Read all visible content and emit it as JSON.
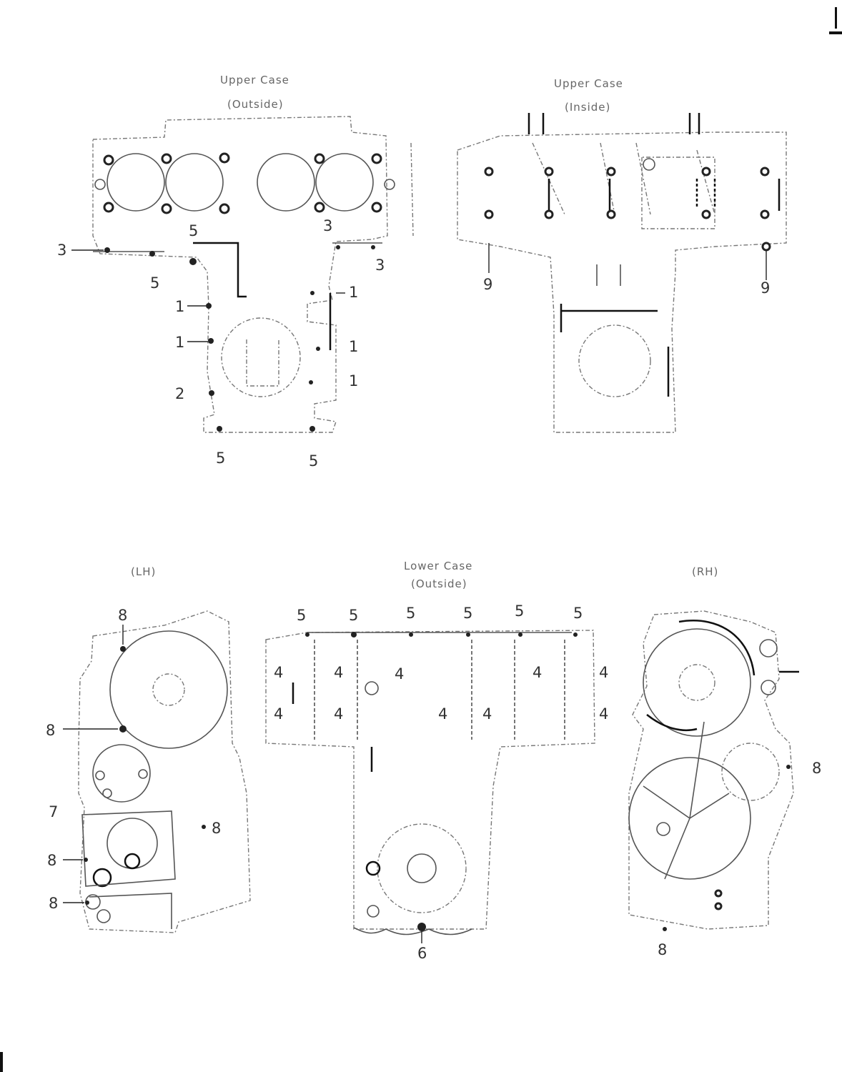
{
  "titles": {
    "upper_outside_1": "Upper Case",
    "upper_outside_2": "(Outside)",
    "upper_inside_1": "Upper Case",
    "upper_inside_2": "(Inside)",
    "lh": "(LH)",
    "lower_outside_1": "Lower Case",
    "lower_outside_2": "(Outside)",
    "rh": "(RH)"
  },
  "callouts": {
    "uo_3a": "3",
    "uo_5a": "5",
    "uo_5b": "5",
    "uo_3b": "3",
    "uo_3c": "3",
    "uo_1a": "1",
    "uo_1b": "1",
    "uo_1c": "1",
    "uo_1d": "1",
    "uo_1e": "1",
    "uo_2": "2",
    "uo_5c": "5",
    "uo_5d": "5",
    "ui_9a": "9",
    "ui_9b": "9",
    "lh_8a": "8",
    "lh_8b": "8",
    "lh_7": "7",
    "lh_8c": "8",
    "lh_8d": "8",
    "lh_8e": "8",
    "lo_5a": "5",
    "lo_5b": "5",
    "lo_5c": "5",
    "lo_5d": "5",
    "lo_5e": "5",
    "lo_5f": "5",
    "lo_4a": "4",
    "lo_4b": "4",
    "lo_4c": "4",
    "lo_4d": "4",
    "lo_4e": "4",
    "lo_4f": "4",
    "lo_4g": "4",
    "lo_4h": "4",
    "lo_4i": "4",
    "lo_4j": "4",
    "lo_6": "6",
    "rh_8a": "8",
    "rh_8b": "8"
  }
}
